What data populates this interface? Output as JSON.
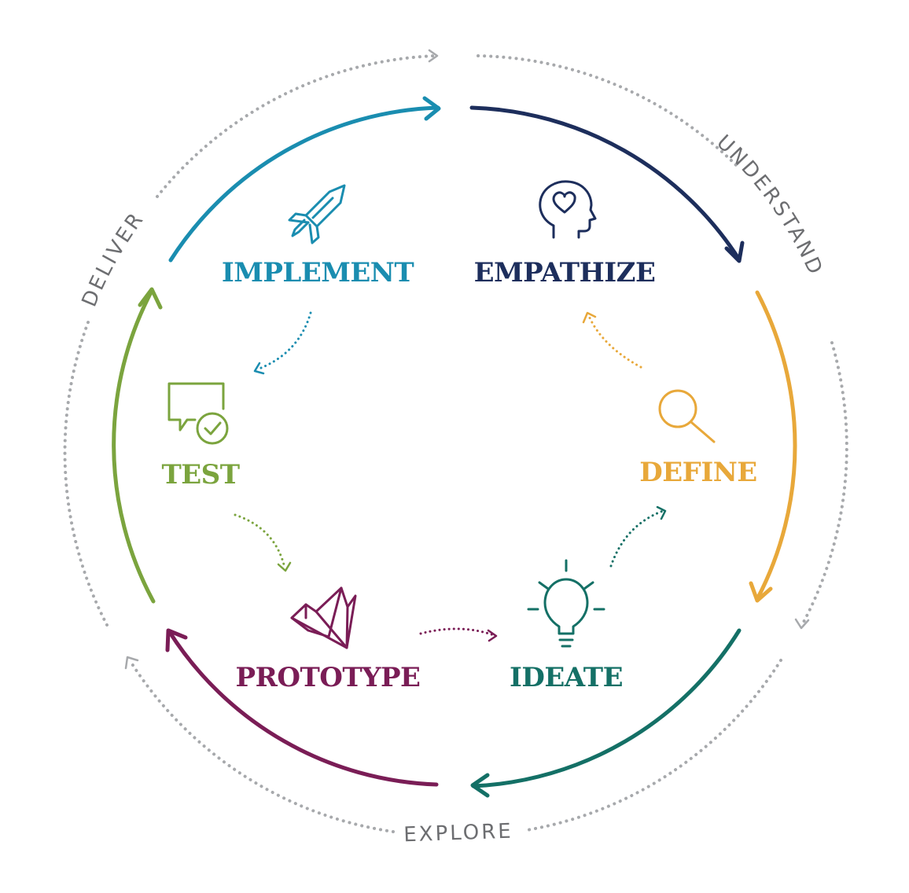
{
  "phases": {
    "understand": "UNDERSTAND",
    "explore": "EXPLORE",
    "deliver": "DELIVER"
  },
  "stages": {
    "empathize": "EMPATHIZE",
    "define": "DEFINE",
    "ideate": "IDEATE",
    "prototype": "PROTOTYPE",
    "test": "TEST",
    "implement": "IMPLEMENT"
  },
  "colors": {
    "empathize": "#1d2e5c",
    "define": "#e8a83a",
    "ideate": "#147066",
    "prototype": "#7a1d56",
    "test": "#7ba43e",
    "implement": "#1a8db0",
    "phase_text": "#6d6e71",
    "phase_dots": "#a7a9ac"
  },
  "icons": {
    "empathize": "head-heart-icon",
    "define": "magnifier-icon",
    "ideate": "lightbulb-icon",
    "prototype": "origami-bird-icon",
    "test": "chat-check-icon",
    "implement": "rocket-icon"
  }
}
